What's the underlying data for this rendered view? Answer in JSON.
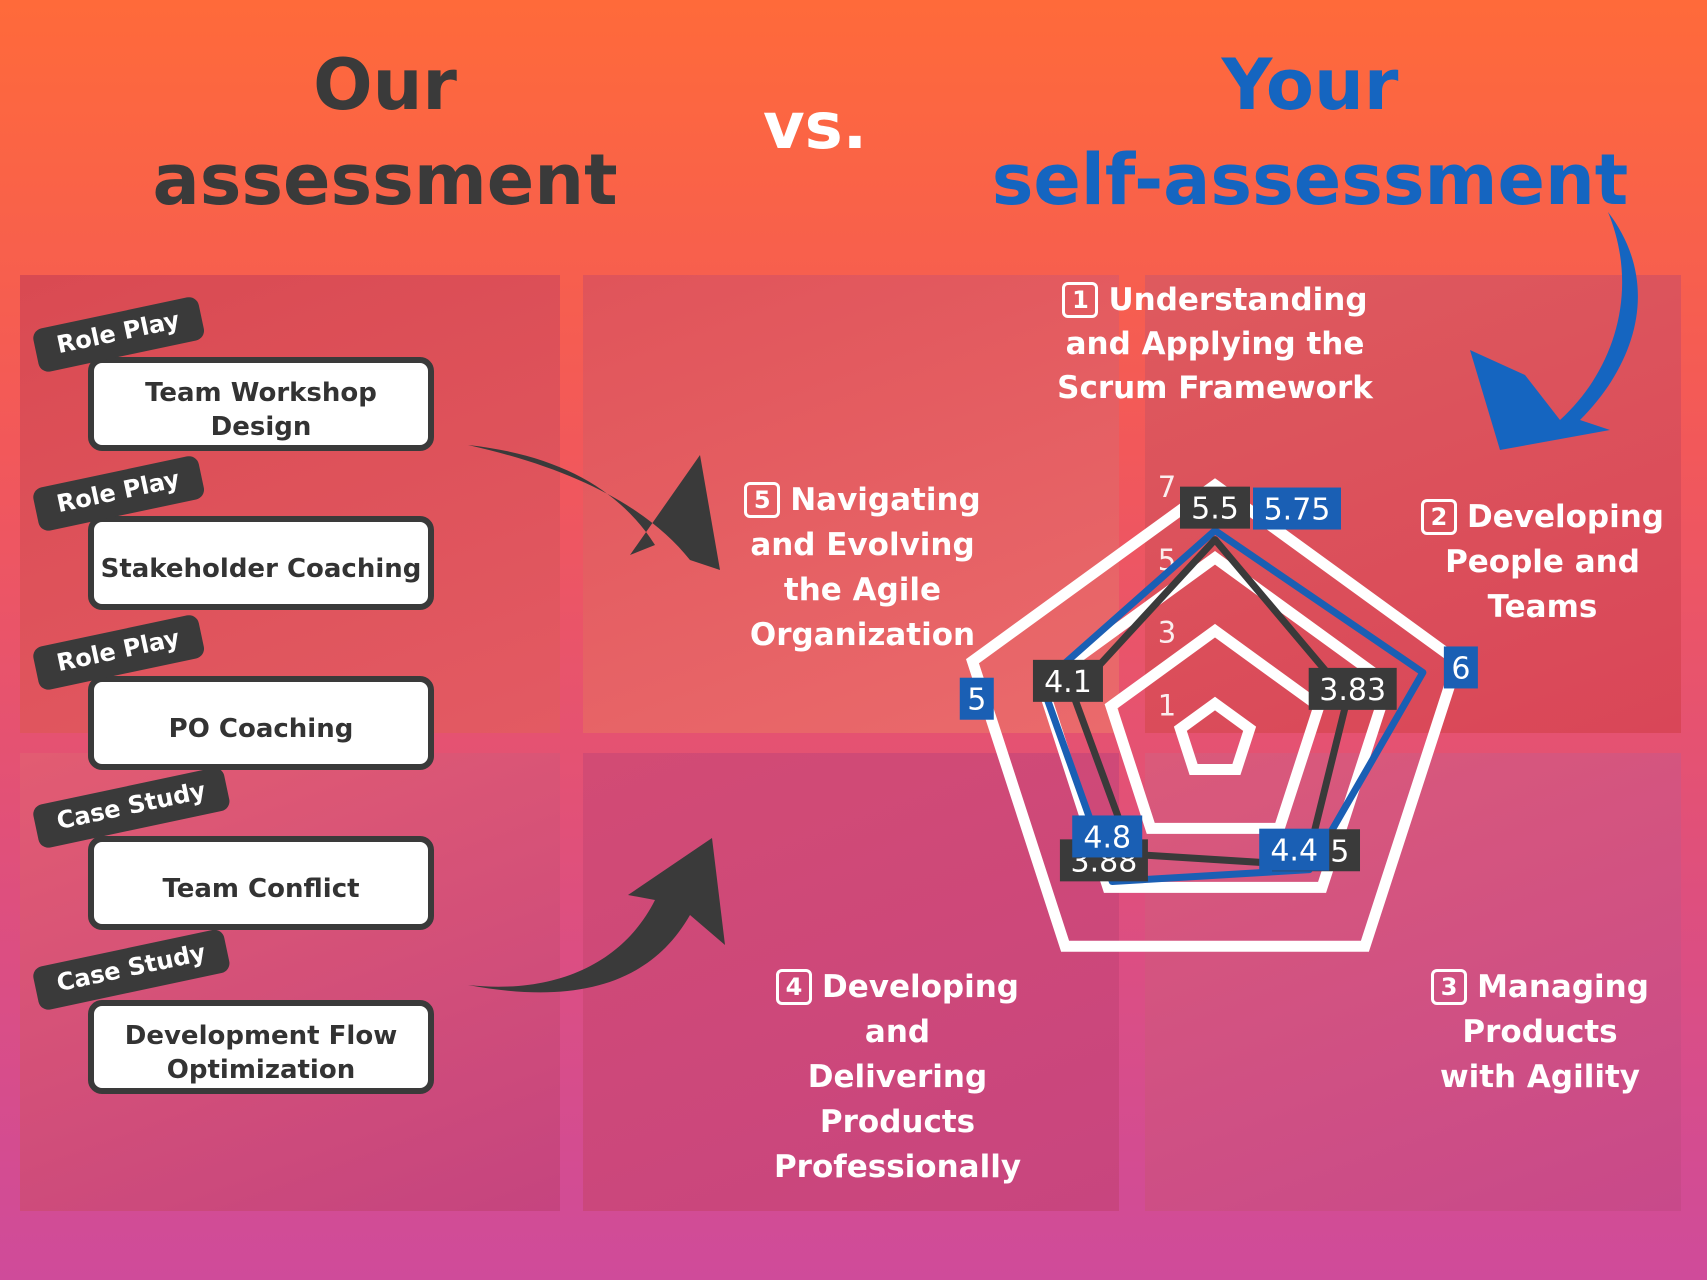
{
  "titles": {
    "our_line1": "Our",
    "our_line2": "assessment",
    "vs": "vs.",
    "your_line1": "Your",
    "your_line2": "self-assessment"
  },
  "exercises": [
    {
      "tag": "Role Play",
      "name": "Team Workshop Design"
    },
    {
      "tag": "Role Play",
      "name": "Stakeholder Coaching"
    },
    {
      "tag": "Role Play",
      "name": "PO Coaching"
    },
    {
      "tag": "Case Study",
      "name": "Team Conflict"
    },
    {
      "tag": "Case Study",
      "name": "Development Flow Optimization"
    }
  ],
  "colors": {
    "our_series": "#3a3a3a",
    "self_series": "#1a5fb4",
    "self_title": "#1565c0",
    "grid": "#ffffff"
  },
  "chart_data": {
    "type": "radar",
    "categories": [
      {
        "num": "1",
        "label": "Understanding and Applying the Scrum Framework"
      },
      {
        "num": "2",
        "label": "Developing People and Teams"
      },
      {
        "num": "3",
        "label": "Managing Products with Agility"
      },
      {
        "num": "4",
        "label": "Developing and Delivering Products Professionally"
      },
      {
        "num": "5",
        "label": "Navigating and Evolving the Agile Organization"
      }
    ],
    "ticks": [
      "1",
      "3",
      "5",
      "7"
    ],
    "range": [
      0,
      7
    ],
    "grid": true,
    "series": [
      {
        "values": [
          5.5,
          3.83,
          4.25,
          3.88,
          4.1
        ],
        "labels": [
          "5.5",
          "3.83",
          "4.25",
          "3.88",
          "4.1"
        ]
      },
      {
        "values": [
          5.75,
          6,
          4.4,
          4.8,
          5
        ],
        "labels": [
          "5.75",
          "6",
          "4.4",
          "4.8",
          "5"
        ]
      }
    ]
  }
}
